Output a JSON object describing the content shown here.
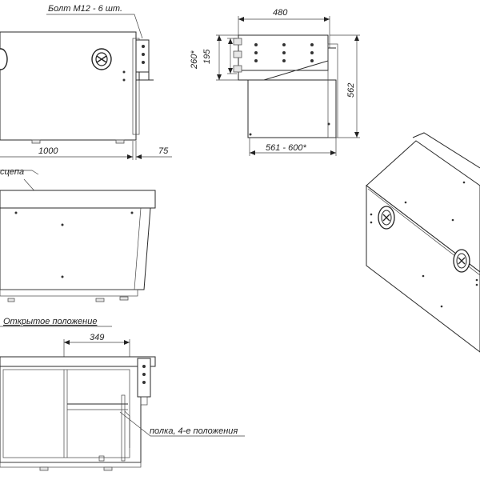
{
  "labels": {
    "bolts": "Болт М12 - 6 шт.",
    "dim_1000": "1000",
    "dim_75": "75",
    "dim_480": "480",
    "dim_260": "260*",
    "dim_195": "195",
    "dim_562": "562",
    "dim_561_600": "561 - 600*",
    "hitch": "сцепа",
    "open_position": "Открытое положение",
    "dim_349": "349",
    "shelf": "полка, 4-е положения"
  }
}
